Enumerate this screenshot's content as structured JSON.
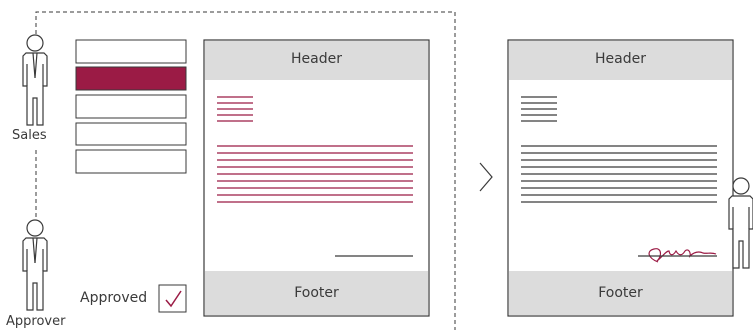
{
  "actors": {
    "sales": "Sales",
    "approver": "Approver"
  },
  "approval": {
    "label": "Approved",
    "checked": true
  },
  "draft_document": {
    "header": "Header",
    "footer": "Footer"
  },
  "final_document": {
    "header": "Header",
    "footer": "Footer",
    "signed": true
  },
  "fields_list": {
    "count": 5,
    "highlighted_index": 1
  },
  "colors": {
    "accent": "#9b1b45",
    "stroke": "#3a3a3a",
    "band": "#dcdcdc",
    "text": "#3a3a3a"
  },
  "arrow_icon": "chevron-right-icon"
}
